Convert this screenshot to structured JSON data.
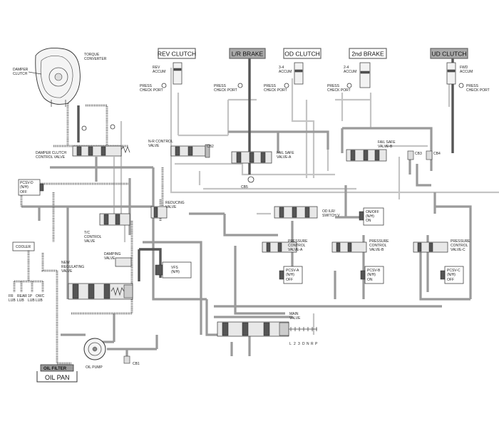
{
  "headers": {
    "rev_clutch": "REV CLUTCH",
    "lr_brake": "L/R BRAKE",
    "od_clutch": "OD CLUTCH",
    "second_brake": "2nd BRAKE",
    "ud_clutch": "UD CLUTCH"
  },
  "accumulators": {
    "rev": [
      "REV",
      "ACCUM"
    ],
    "od": [
      "3-4",
      "ACCUM"
    ],
    "second": [
      "2-4",
      "ACCUM"
    ],
    "ud": [
      "FWD",
      "ACCUM"
    ]
  },
  "check_ports": {
    "rev": [
      "PRESS",
      "CHECK PORT"
    ],
    "lr": [
      "PRESS",
      "CHECK PORT"
    ],
    "od": [
      "PRESS",
      "CHECK PORT"
    ],
    "second": [
      "PRESS",
      "CHECK PORT"
    ],
    "ud": [
      "PRESS",
      "CHECK PORT"
    ]
  },
  "components": {
    "torque_converter": [
      "TORQUE",
      "CONVERTER"
    ],
    "damper_clutch": [
      "DAMPER",
      "CLUTCH"
    ],
    "damper_clutch_valve": [
      "DAMPER CLUTCH",
      "CONTROL VALVE"
    ],
    "nr_control_valve": [
      "N-R CONTROL",
      "VALVE"
    ],
    "fail_safe_a": [
      "FAIL SAFE",
      "VALVE-A"
    ],
    "fail_safe_b": [
      "FAIL SAFE",
      "VALVE-B"
    ],
    "reducing_valve": [
      "REDUCING",
      "VALVE"
    ],
    "tc_control_valve": [
      "T/C",
      "CONTROL",
      "VALVE"
    ],
    "od_ilr_switch": [
      "OD ILR/",
      "SWITCH V"
    ],
    "onoff_sol": [
      "ON/OFF",
      "(N/H)",
      "ON"
    ],
    "pcv_a": [
      "PRESSURE",
      "CONTROL",
      "VALVE-A"
    ],
    "pcv_b": [
      "PRESSURE",
      "CONTROL",
      "VALVE-B"
    ],
    "pcv_c": [
      "PRESSURE",
      "CONTROL",
      "VALVE-C"
    ],
    "pcsv_a": [
      "PCSV-A",
      "(N/H)",
      "OFF"
    ],
    "pcsv_b": [
      "PCSV-B",
      "(N/H)",
      "ON"
    ],
    "pcsv_c": [
      "PCSV-C",
      "(N/H)",
      "OFF"
    ],
    "pcsv_d": [
      "PCSV-D",
      "(N/H)",
      "OFF"
    ],
    "new_regulating_valve": [
      "NEW",
      "REGULATING",
      "VALVE"
    ],
    "damping_valve": [
      "DAMPING",
      "VALVE"
    ],
    "vfs": [
      "VFS",
      "(N/H)"
    ],
    "main_valve": [
      "MAIN",
      "VALVE"
    ],
    "cooler": "COOLER",
    "oil_pump": "OIL PUMP",
    "oil_filter": "OIL FILTER",
    "oil_pan": "OIL PAN"
  },
  "check_balls": {
    "cb1": "CB1",
    "cb2": "CB2",
    "cb3": "CB3",
    "cb4": "CB4",
    "cb5": "CB5"
  },
  "lube": {
    "labels": [
      "FR",
      "REAR",
      "1P",
      "OWC"
    ],
    "sub": [
      "LUB",
      "LUB",
      "LUB",
      "LUB"
    ]
  },
  "range_letters": [
    "L",
    "2",
    "3",
    "D",
    "N",
    "R",
    "P"
  ]
}
